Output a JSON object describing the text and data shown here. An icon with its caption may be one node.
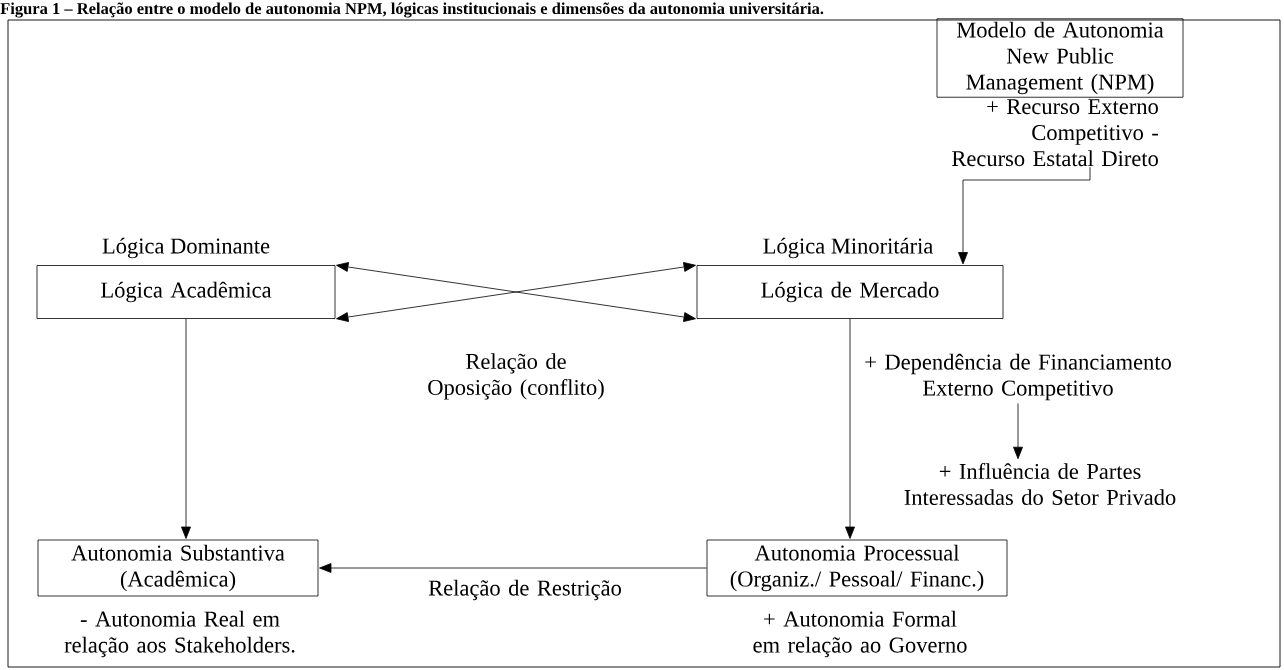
{
  "diagram": {
    "title": "Figura 1 – Relação entre o modelo de autonomia NPM, lógicas institucionais e dimensões da autonomia universitária.",
    "nodes": [
      {
        "text": [
          "Modelo de Autonomia New Public Management (NPM)"
        ]
      },
      {
        "text": [
          "Lógica Dominante",
          "Lógica Acadêmica"
        ]
      },
      {
        "text": [
          "Lógica Minoritária",
          "Lógica de Mercado"
        ]
      },
      {
        "text": [
          "+ Dependência de Financiamento Externo Competitivo"
        ]
      },
      {
        "text": [
          "+ Influência de Partes Interessadas do Setor Privado"
        ]
      },
      {
        "text": [
          "Autonomia Substantiva (Acadêmica)"
        ],
        "beside": [
          "- Autonomia Real em relação aos Stakeholders."
        ]
      },
      {
        "text": [
          "Autonomia Processual (Organiz./ Pessoal/ Financ.)"
        ],
        "beside": [
          "+ Autonomia Formal em relação ao Governo"
        ]
      }
    ],
    "edges": [
      {
        "from": 0,
        "to": 2,
        "arrow": "to",
        "label": "+ Recurso Externo Competitivo - Recurso Estatal Direto"
      },
      {
        "from": 1,
        "to": 2,
        "arrow": "both",
        "label": "Relação de Oposição (conflito)"
      },
      {
        "from": 1,
        "to": 2,
        "arrow": "both"
      },
      {
        "from": 1,
        "to": 5,
        "arrow": "to"
      },
      {
        "from": 2,
        "to": 6,
        "arrow": "to"
      },
      {
        "from": 3,
        "to": 4,
        "arrow": "to"
      },
      {
        "from": 6,
        "to": 5,
        "arrow": "to",
        "label": "Relação de Restrição"
      }
    ]
  }
}
